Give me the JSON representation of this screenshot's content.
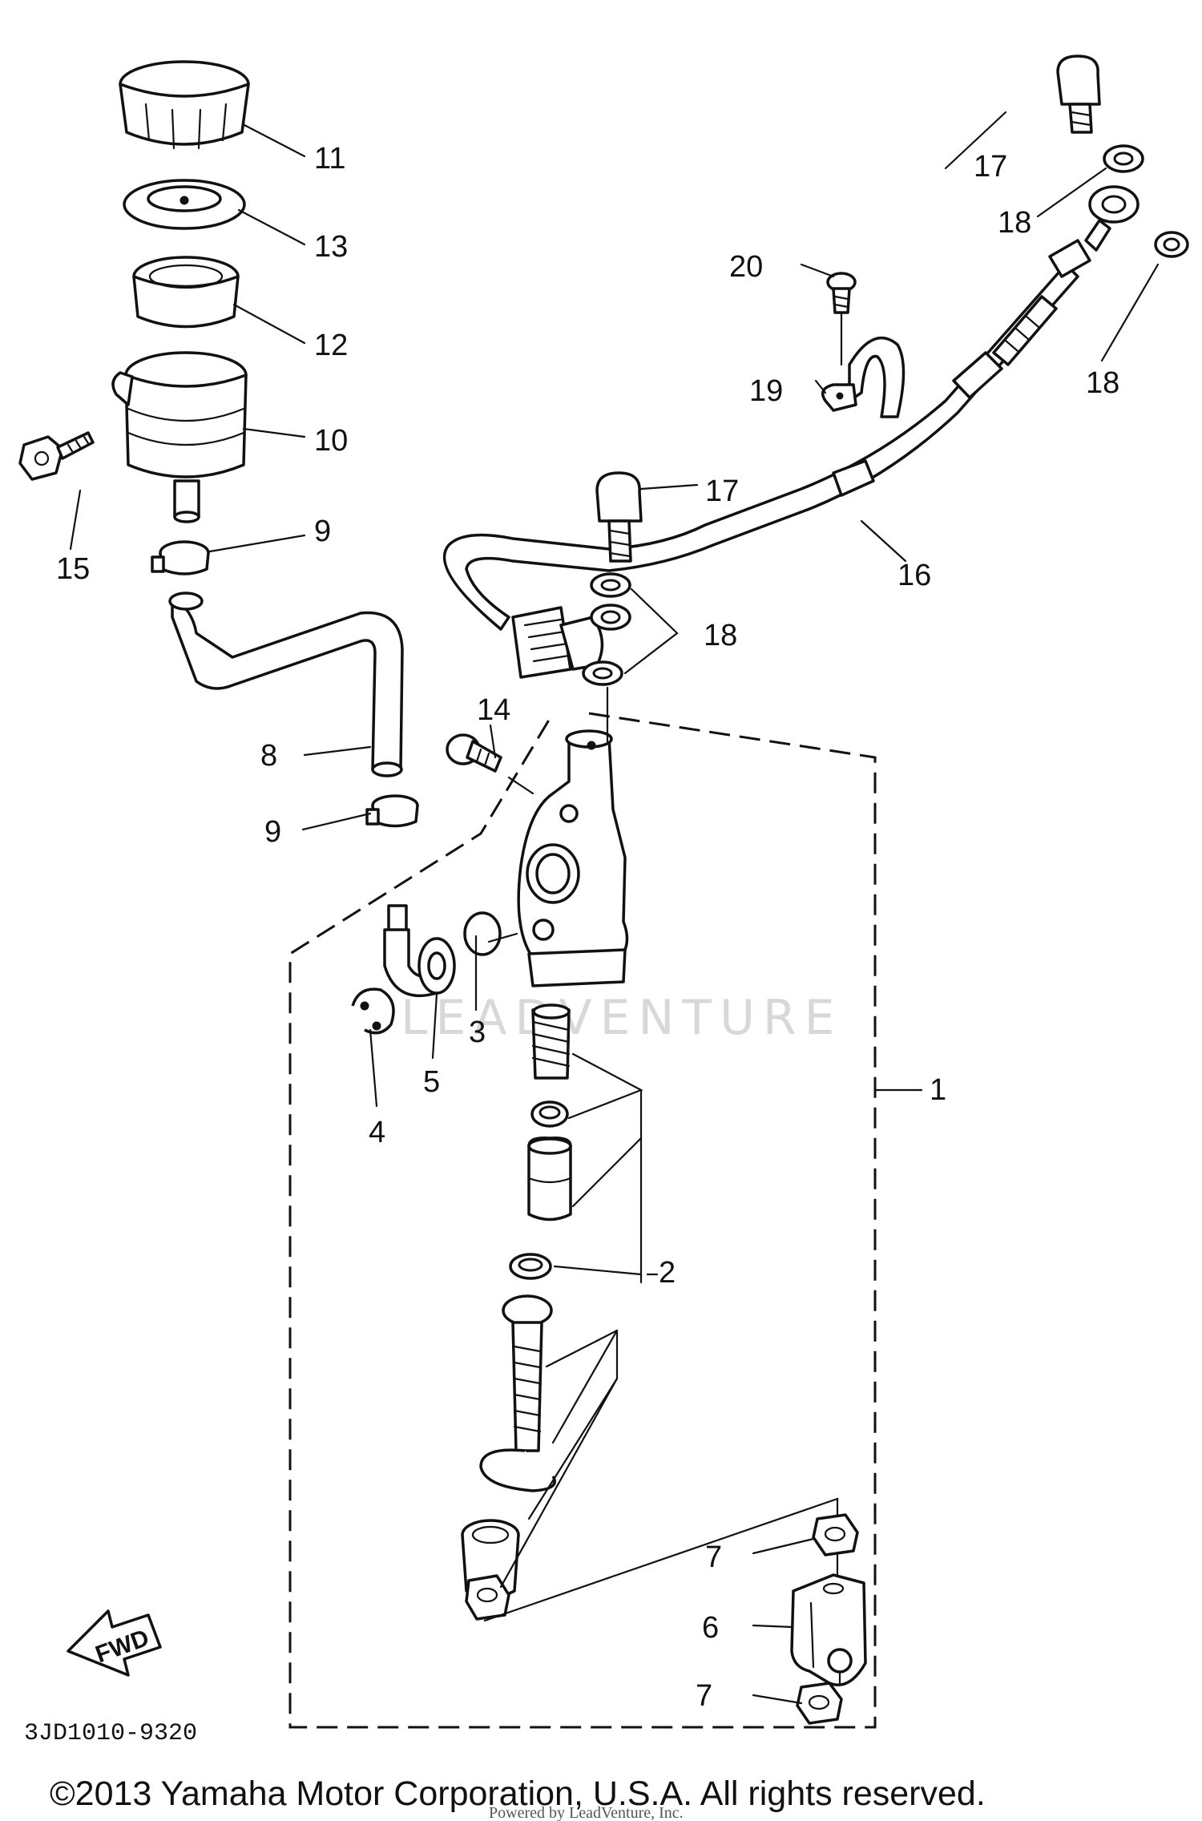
{
  "callouts": [
    {
      "id": "c1",
      "label": "1"
    },
    {
      "id": "c2",
      "label": "2"
    },
    {
      "id": "c3",
      "label": "3"
    },
    {
      "id": "c4",
      "label": "4"
    },
    {
      "id": "c5",
      "label": "5"
    },
    {
      "id": "c6",
      "label": "6"
    },
    {
      "id": "c7a",
      "label": "7"
    },
    {
      "id": "c7b",
      "label": "7"
    },
    {
      "id": "c8",
      "label": "8"
    },
    {
      "id": "c9a",
      "label": "9"
    },
    {
      "id": "c9b",
      "label": "9"
    },
    {
      "id": "c10",
      "label": "10"
    },
    {
      "id": "c11",
      "label": "11"
    },
    {
      "id": "c12",
      "label": "12"
    },
    {
      "id": "c13",
      "label": "13"
    },
    {
      "id": "c14",
      "label": "14"
    },
    {
      "id": "c15",
      "label": "15"
    },
    {
      "id": "c16",
      "label": "16"
    },
    {
      "id": "c17a",
      "label": "17"
    },
    {
      "id": "c17b",
      "label": "17"
    },
    {
      "id": "c18a",
      "label": "18"
    },
    {
      "id": "c18b",
      "label": "18"
    },
    {
      "id": "c18c",
      "label": "18"
    },
    {
      "id": "c19",
      "label": "19"
    },
    {
      "id": "c20",
      "label": "20"
    }
  ],
  "diagram_code": "3JD1010-9320",
  "fwd_label": "FWD",
  "watermark": "LEADVENTURE",
  "copyright": "©2013 Yamaha Motor Corporation, U.S.A. All rights reserved.",
  "credit": "Powered by LeadVenture, Inc."
}
